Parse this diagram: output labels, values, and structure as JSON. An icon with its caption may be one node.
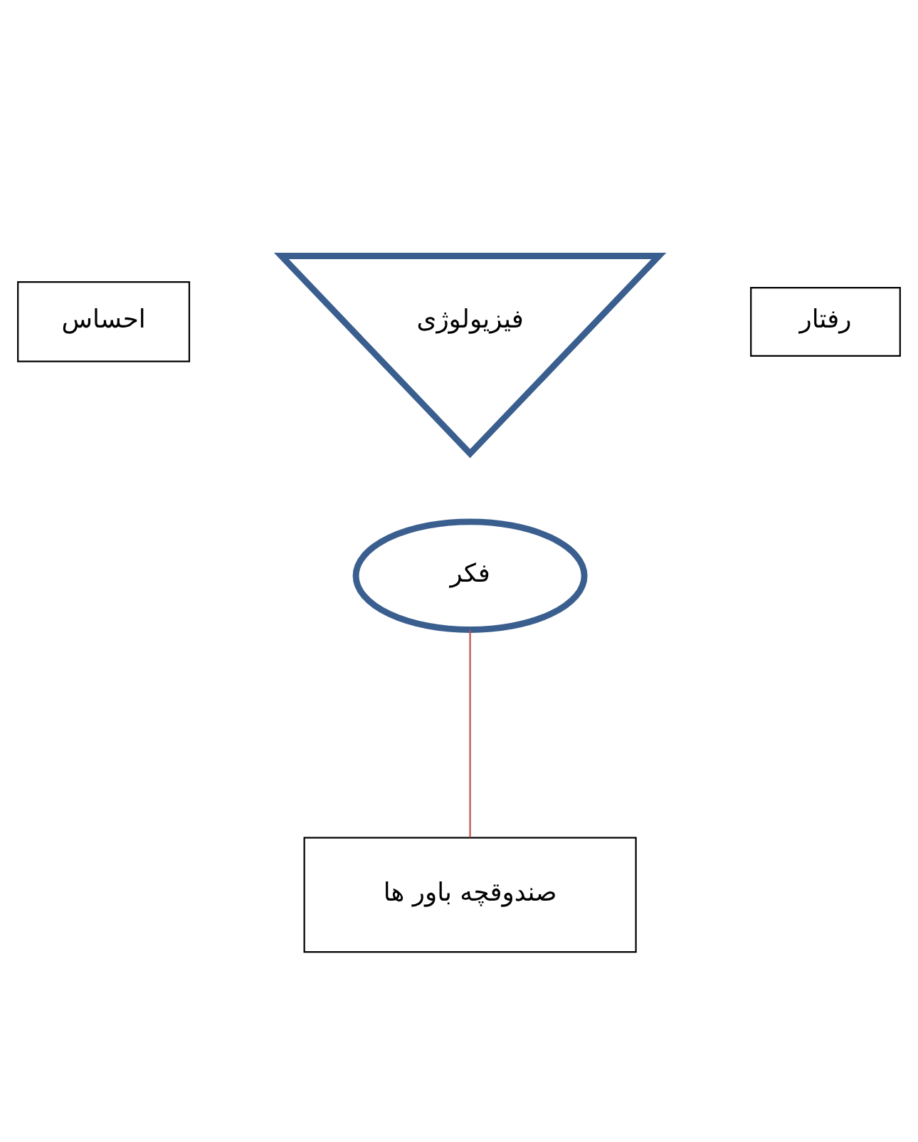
{
  "diagram": {
    "nodes": [
      {
        "text": [
          "احساس"
        ]
      },
      {
        "text": [
          "رفتار"
        ]
      },
      {
        "text": [
          "فیزیولوژی"
        ]
      },
      {
        "text": [
          "فکر"
        ]
      },
      {
        "text": [
          "صندوقچه باور ها"
        ]
      }
    ],
    "edges": [
      {
        "from": 3,
        "to": 4,
        "arrow": "none",
        "color": "#c0504d"
      }
    ]
  }
}
